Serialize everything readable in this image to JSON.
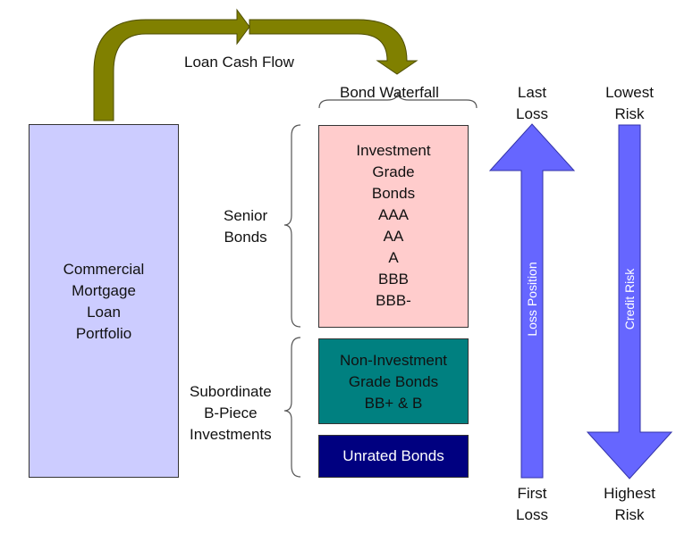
{
  "colors": {
    "flow_arrow": "#808000",
    "portfolio_fill": "#ccccff",
    "investment_grade_fill": "#ffcccc",
    "non_investment_fill": "#008080",
    "unrated_fill": "#000080",
    "position_arrows": "#6666ff"
  },
  "portfolio": {
    "lines": [
      "Commercial",
      "Mortgage",
      "Loan",
      "Portfolio"
    ]
  },
  "cash_flow": {
    "label": "Loan Cash Flow"
  },
  "waterfall": {
    "title": "Bond Waterfall",
    "investment_grade": [
      "Investment",
      "Grade",
      "Bonds",
      "AAA",
      "AA",
      "A",
      "BBB",
      "BBB-"
    ],
    "non_investment_grade": [
      "Non-Investment",
      "Grade Bonds",
      "BB+ & B"
    ],
    "unrated": "Unrated Bonds"
  },
  "groups": {
    "senior": [
      "Senior",
      "Bonds"
    ],
    "subordinate": [
      "Subordinate",
      "B-Piece",
      "Investments"
    ]
  },
  "loss_position": {
    "label": "Loss Position",
    "top": [
      "Last",
      "Loss"
    ],
    "bottom": [
      "First",
      "Loss"
    ]
  },
  "credit_risk": {
    "label": "Credit Risk",
    "top": [
      "Lowest",
      "Risk"
    ],
    "bottom": [
      "Highest",
      "Risk"
    ]
  }
}
